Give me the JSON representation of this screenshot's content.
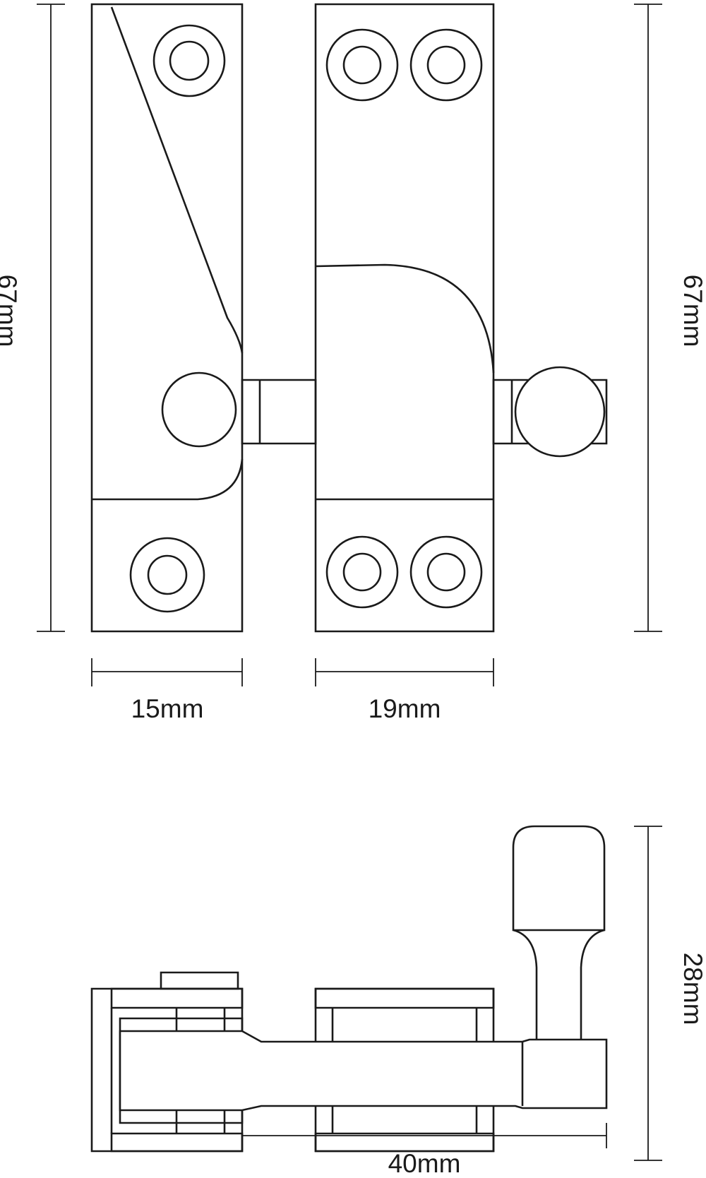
{
  "dimensions": {
    "left_height": "67mm",
    "right_height": "67mm",
    "left_plate_width": "15mm",
    "right_plate_width": "19mm",
    "projection_height": "28mm",
    "overall_length": "40mm"
  },
  "colors": {
    "line": "#1a1a1a",
    "background": "#ffffff"
  }
}
